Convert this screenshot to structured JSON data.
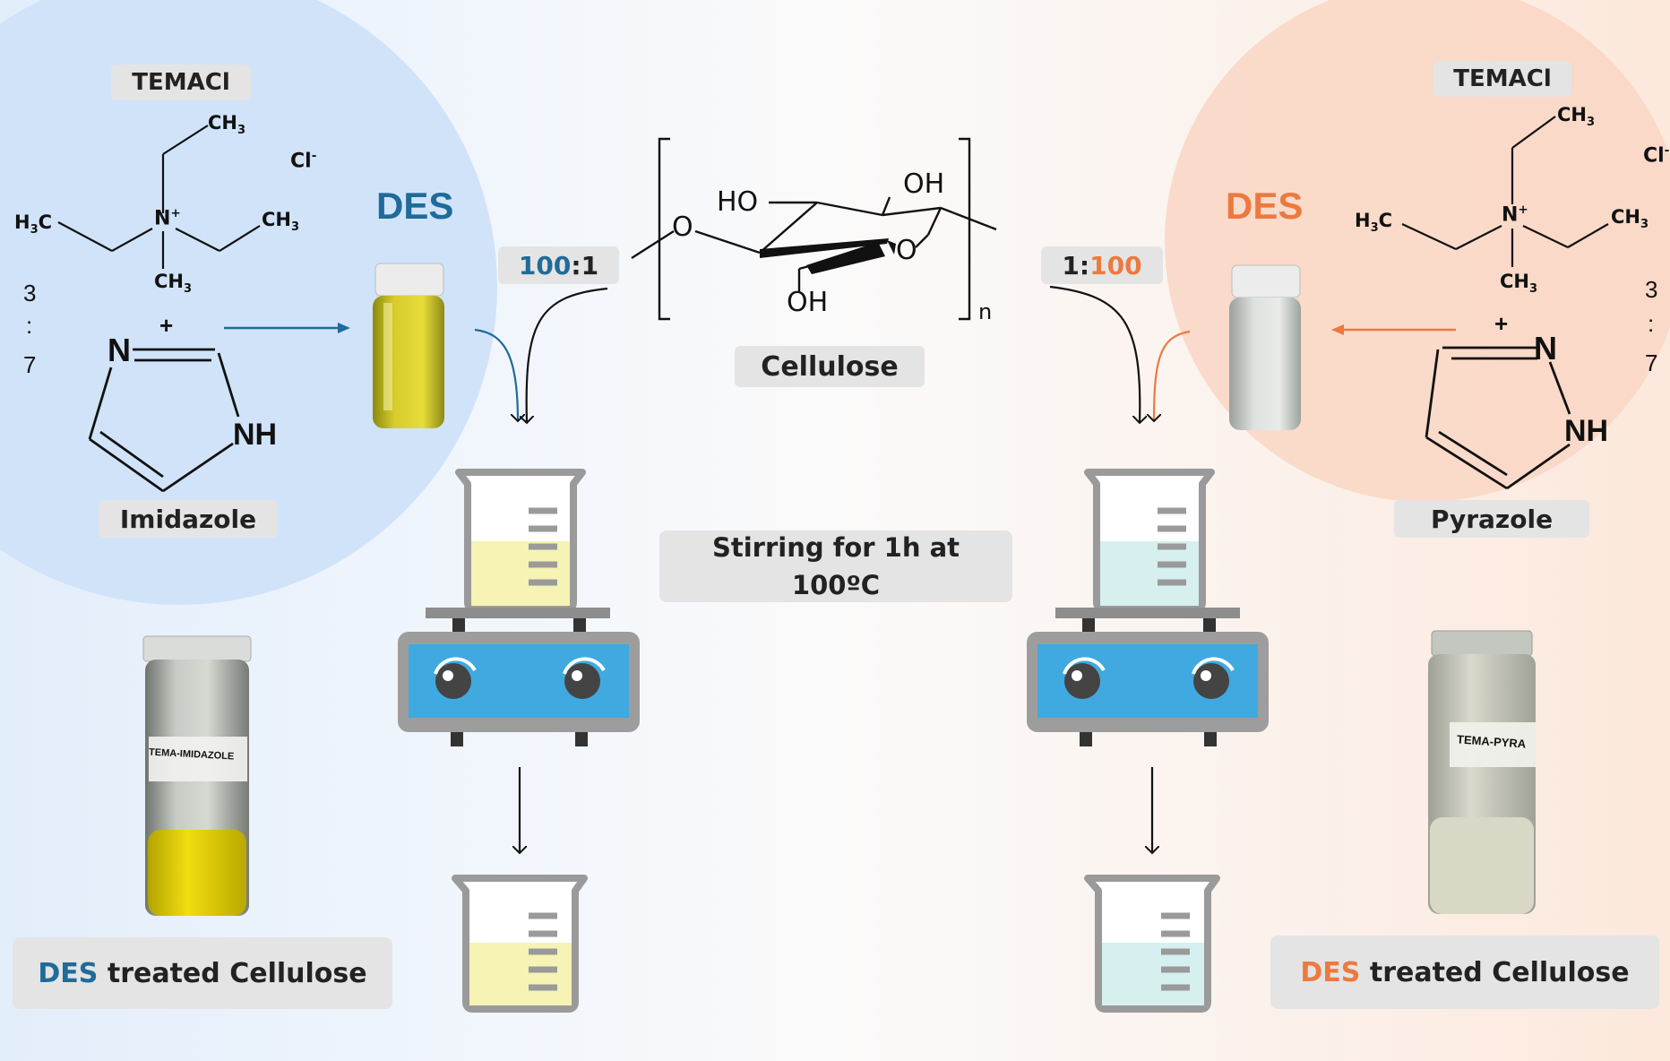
{
  "left": {
    "cation_label": "TEMACl",
    "atoms": {
      "n_plus": "N",
      "plus_sign": "+",
      "ch3_top": "CH",
      "ch3_right": "CH",
      "ch3_bottom": "CH",
      "h3c_left": "C",
      "h3c_h": "H",
      "sub3": "3",
      "chloride": "Cl",
      "minus": "-"
    },
    "ratio": {
      "a": "3",
      "colon": ":",
      "b": "7"
    },
    "plus_between": "+",
    "ring_n": "N",
    "ring_nh": "NH",
    "hbd_label": "Imidazole",
    "des_label": "DES",
    "ratio_box": {
      "a": "100",
      "sep": ":",
      "b": "1"
    },
    "result_prefix": "DES",
    "result_suffix": " treated Cellulose",
    "vial_text": "TEMA-IMIDAZOLE"
  },
  "right": {
    "cation_label": "TEMACl",
    "atoms": {
      "n_plus": "N",
      "ch3_top": "CH",
      "ch3_right": "CH",
      "ch3_bottom": "CH",
      "h3c_left": "C",
      "h3c_h": "H",
      "sub3": "3",
      "chloride": "Cl",
      "minus": "-"
    },
    "ratio": {
      "a": "3",
      "colon": ":",
      "b": "7"
    },
    "plus_between": "+",
    "ring_n": "N",
    "ring_nh": "NH",
    "hbd_label": "Pyrazole",
    "des_label": "DES",
    "ratio_box": {
      "a": "1",
      "sep": ":",
      "b": "100"
    },
    "result_prefix": "DES",
    "result_suffix": " treated Cellulose",
    "vial_text": "TEMA-PYRA"
  },
  "center": {
    "cellulose_label": "Cellulose",
    "ho": "HO",
    "oh_top": "OH",
    "oh_bottom": "OH",
    "o_link": "O",
    "o_ring": "O",
    "n_repeat": "n",
    "process_line1": "Stirring for 1h at",
    "process_line2": "100ºC"
  },
  "colors": {
    "blue_accent": "#1f6b99",
    "orange_accent": "#ec7a3f",
    "stirrer_blue": "#3fa9e0",
    "yellow_liquid": "#f6f3b4",
    "cyan_liquid": "#d6efef",
    "label_bg": "#e4e4e4"
  }
}
